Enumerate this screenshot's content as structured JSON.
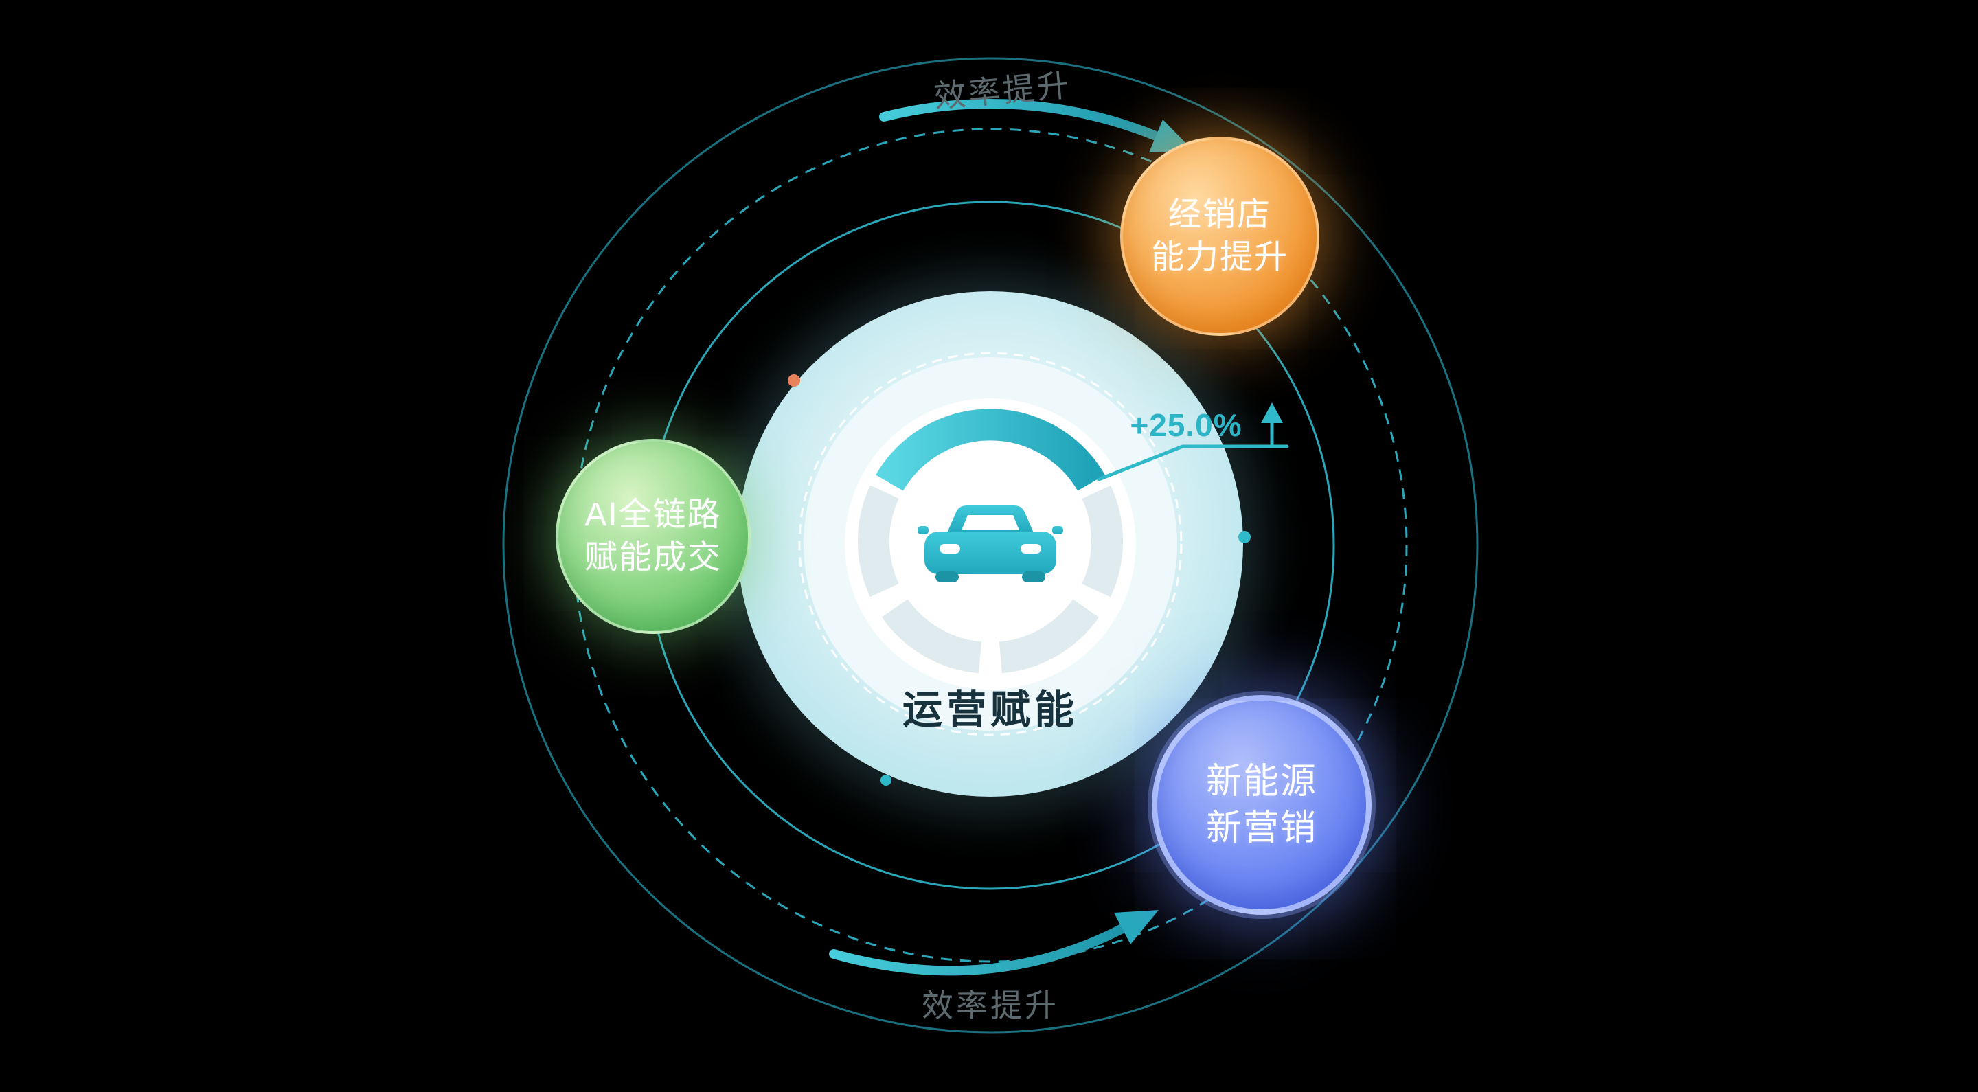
{
  "colors": {
    "background": "#000000",
    "accent_teal": "#2fb9c9",
    "ring_teal": "#2aa6b8",
    "bubble_orange": "#f09a38",
    "bubble_green": "#6cc96c",
    "bubble_blue": "#5d7cf0",
    "disc_pale_teal": "#cdeef3",
    "orbit_label_gray": "#5d6b70",
    "center_title_dark": "#17323c"
  },
  "orbit_labels": {
    "top": "效率提升",
    "bottom": "效率提升"
  },
  "center": {
    "title": "运营赋能",
    "metric": "+25.0%"
  },
  "bubbles": [
    {
      "name": "dealer-capability",
      "line1": "经销店",
      "line2": "能力提升",
      "color": "#f09a38"
    },
    {
      "name": "ai-full-chain-deal",
      "line1": "AI全链路",
      "line2": "赋能成交",
      "color": "#6cc96c"
    },
    {
      "name": "new-energy-marketing",
      "line1": "新能源",
      "line2": "新营销",
      "color": "#5d7cf0"
    }
  ],
  "icons": {
    "center_icon": "car-icon",
    "gauge": "gauge-ring-icon",
    "top_flow": "curved-arrow-right-icon",
    "bottom_flow": "curved-arrow-right-icon",
    "metric_pointer": "up-arrow-icon"
  }
}
